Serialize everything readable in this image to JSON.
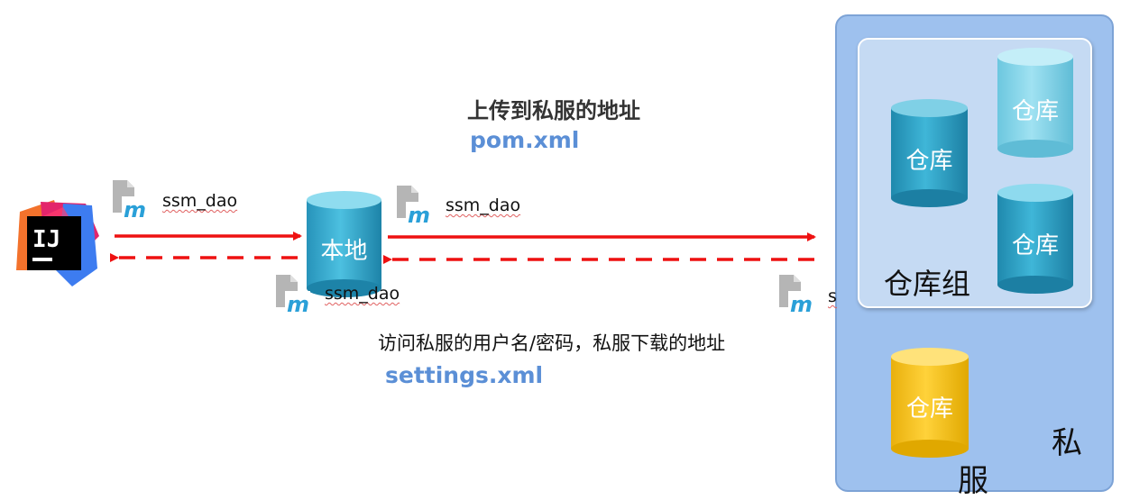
{
  "upload": {
    "title": "上传到私服的地址",
    "file": "pom.xml"
  },
  "access": {
    "title": "访问私服的用户名/密码，私服下载的地址",
    "file": "settings.xml"
  },
  "ide": {
    "logo_text": "IJ"
  },
  "local": {
    "label": "本地"
  },
  "artifacts": {
    "ide_to_local": "ssm_dao",
    "local_to_server": "ssm_dao",
    "local_bottom": "ssm_dao",
    "server_bottom": "s"
  },
  "maven_icon_letter": "m",
  "private_server": {
    "label_line1": "私",
    "label_line2": "服",
    "group_label": "仓库组",
    "repo_label": "仓库"
  },
  "colors": {
    "arrow": "#ee1111",
    "cylinder_dark": "#2a9bc0",
    "cylinder_light": "#7dd2e8",
    "cylinder_yellow": "#f6c21a"
  }
}
